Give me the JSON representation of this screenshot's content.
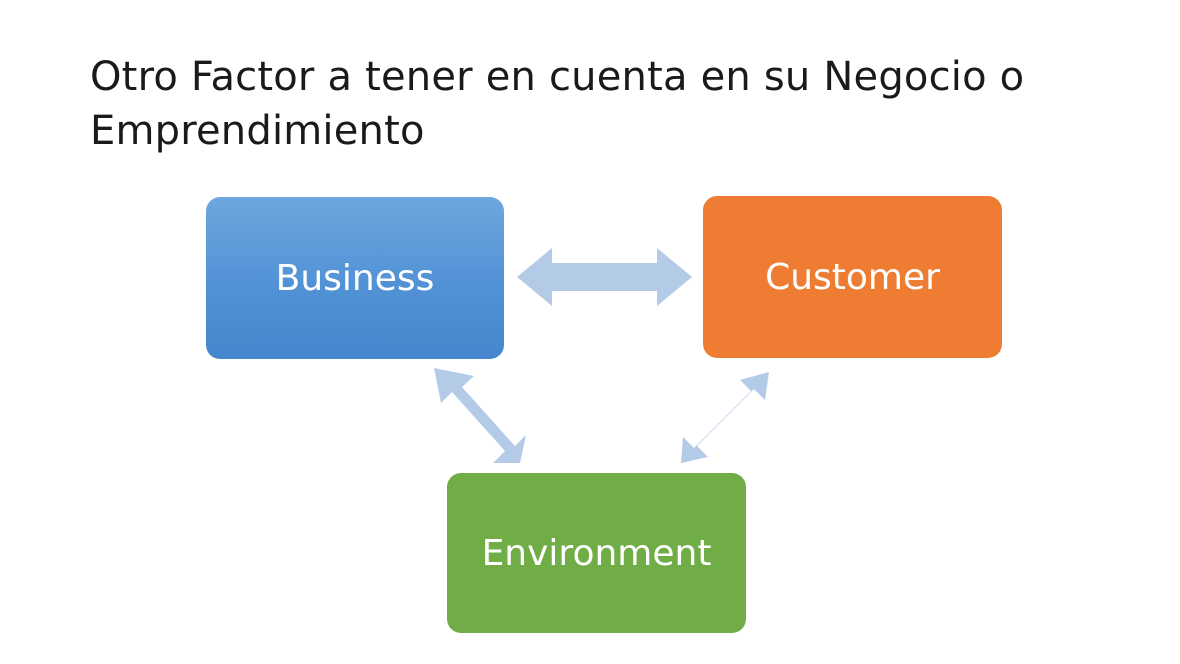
{
  "slide": {
    "title": "Otro Factor a tener en cuenta en su Negocio o Emprendimiento"
  },
  "diagram": {
    "nodes": {
      "business": {
        "label": "Business",
        "color": "#5b9bd5"
      },
      "customer": {
        "label": "Customer",
        "color": "#ed7d31"
      },
      "environment": {
        "label": "Environment",
        "color": "#70ad47"
      }
    },
    "connectors": {
      "color": "#b4cbe8",
      "type": "double-headed-arrow",
      "links": [
        {
          "from": "business",
          "to": "customer"
        },
        {
          "from": "business",
          "to": "environment"
        },
        {
          "from": "customer",
          "to": "environment"
        }
      ]
    }
  }
}
